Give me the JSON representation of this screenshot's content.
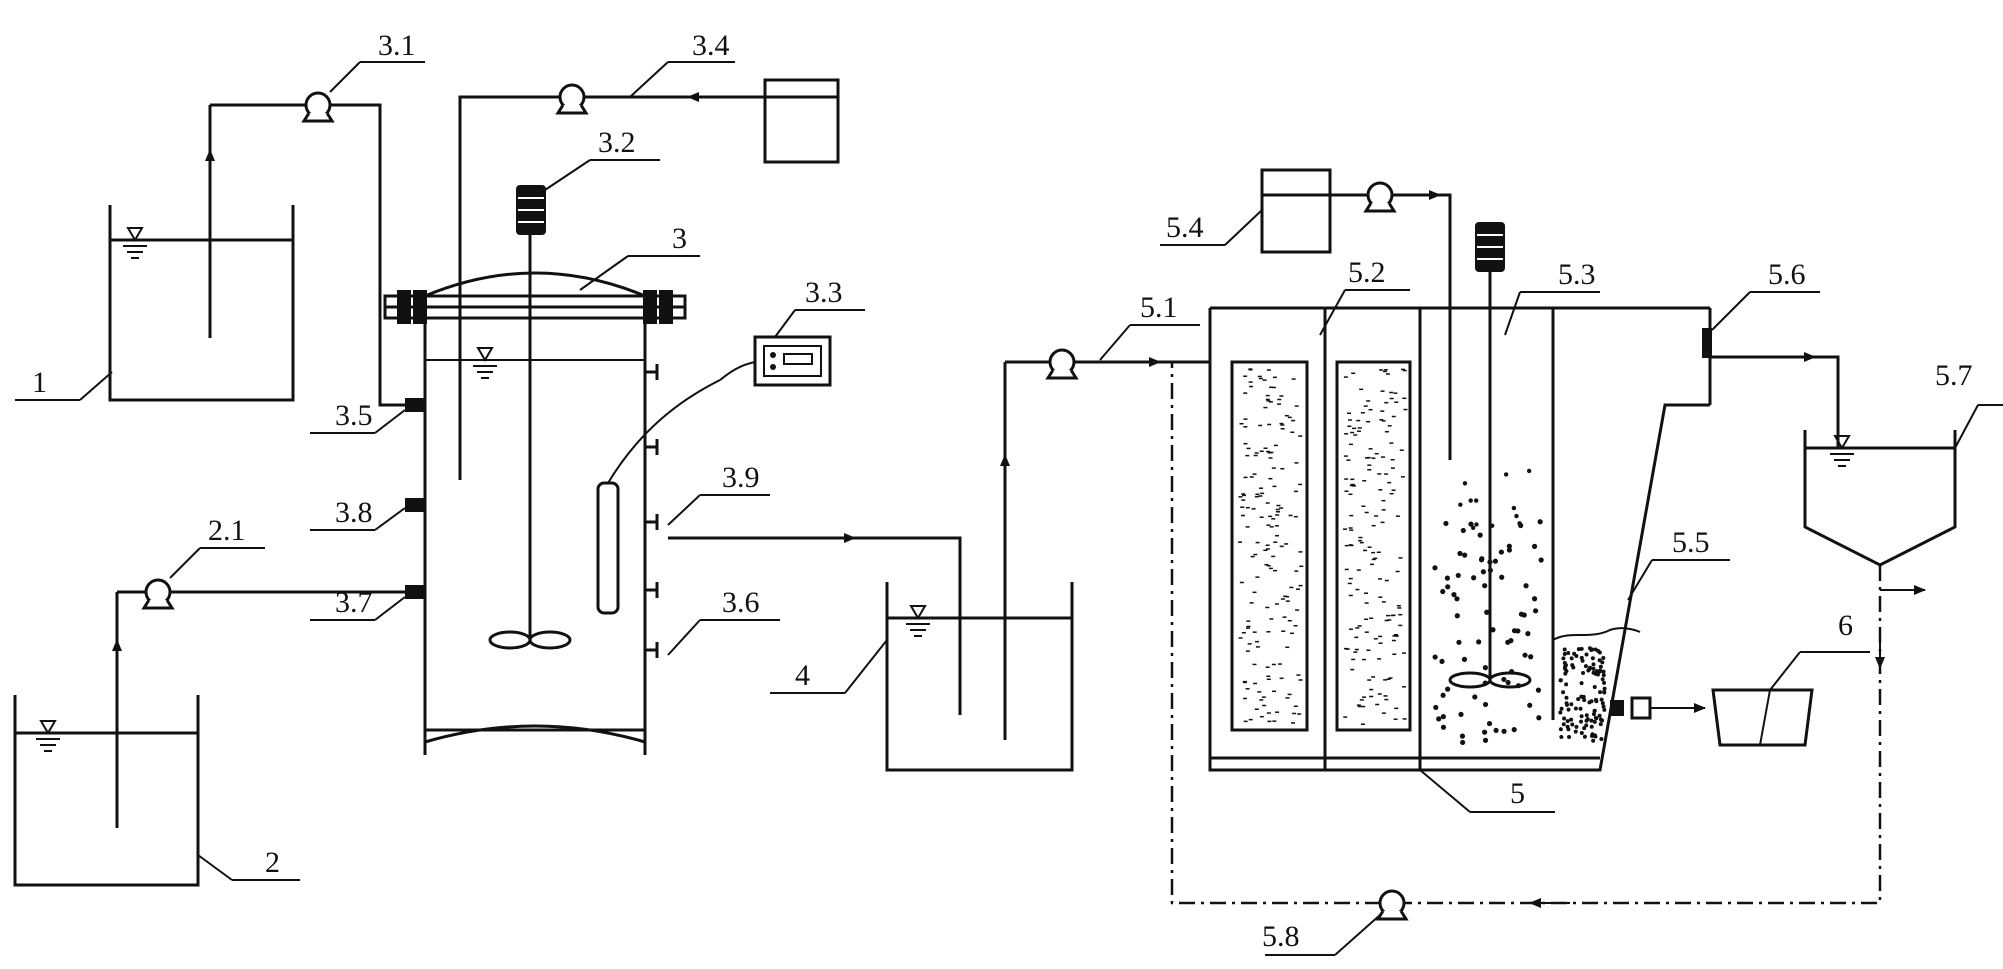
{
  "labels": {
    "tank_1": "1",
    "tank_2": "2",
    "pump_2_1": "2.1",
    "reactor_3": "3",
    "pump_3_1": "3.1",
    "motor_3_2": "3.2",
    "controller_3_3": "3.3",
    "pump_3_4": "3.4",
    "port_3_5": "3.5",
    "valve_3_6": "3.6",
    "port_3_7": "3.7",
    "port_3_8": "3.8",
    "valve_3_9": "3.9",
    "tank_4": "4",
    "reactor_5": "5",
    "pump_5_1": "5.1",
    "media_5_2": "5.2",
    "stirred_zone_5_3": "5.3",
    "dosing_tank_5_4": "5.4",
    "settler_5_5": "5.5",
    "outlet_5_6": "5.6",
    "clarifier_5_7": "5.7",
    "recycle_pump_5_8": "5.8",
    "collector_6": "6"
  }
}
